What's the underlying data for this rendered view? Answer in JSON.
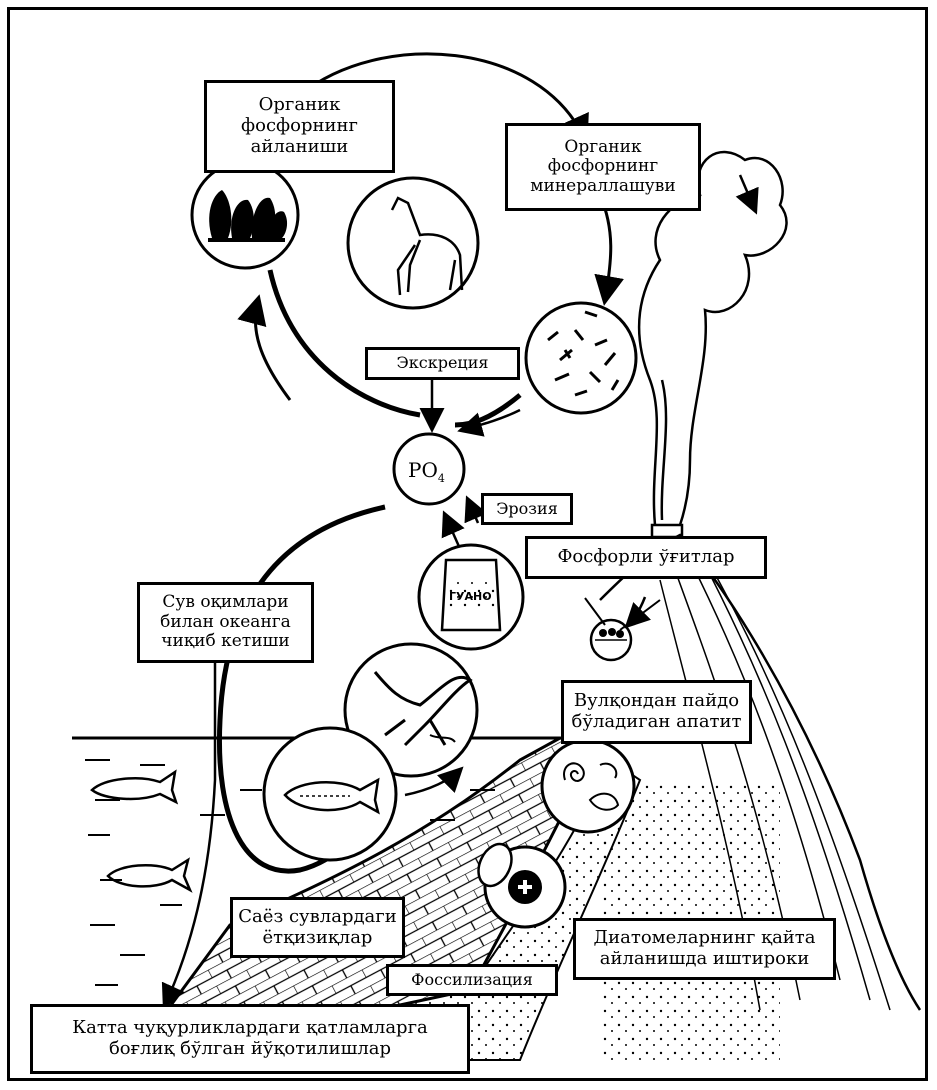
{
  "labels": {
    "organic_cycle": "Органик\nфосфорнинг\nайланиши",
    "organic_mineralization": "Органик\nфосфорнинг\nминераллашуви",
    "excretion": "Экскреция",
    "po4_main": "PO",
    "po4_sub": "4",
    "erosion": "Эрозия",
    "phosphorus_rocks": "Фосфорли ўғитлар",
    "ocean_runoff": "Сув оқимлари\nбилан океанга\nчиқиб кетиши",
    "volcanic_apatite": "Вулқондан пайдо\nбўладиган апатит",
    "shallow_sediments": "Саёз сувлардаги\nётқизиқлар",
    "diatom_cycle": "Диатомеларнинг қайта\nайланишда иштироки",
    "fossilization": "Фоссилизация",
    "deep_sediment_losses": "Катта чуқурликлардаги қатламларга\nбоғлиқ бўлган йўқотилишлар",
    "guano_bag": "ГУАНО"
  },
  "colors": {
    "ink": "#000000",
    "paper": "#ffffff"
  },
  "icons": {
    "forest": "forest-icon",
    "deer": "deer-icon",
    "bacteria": "bacteria-icon",
    "guano": "guano-bag-icon",
    "bird": "seabird-icon",
    "fish": "fish-icon",
    "fossil": "fossil-icon",
    "diatom": "diatom-icon",
    "volcano": "volcano-icon"
  }
}
